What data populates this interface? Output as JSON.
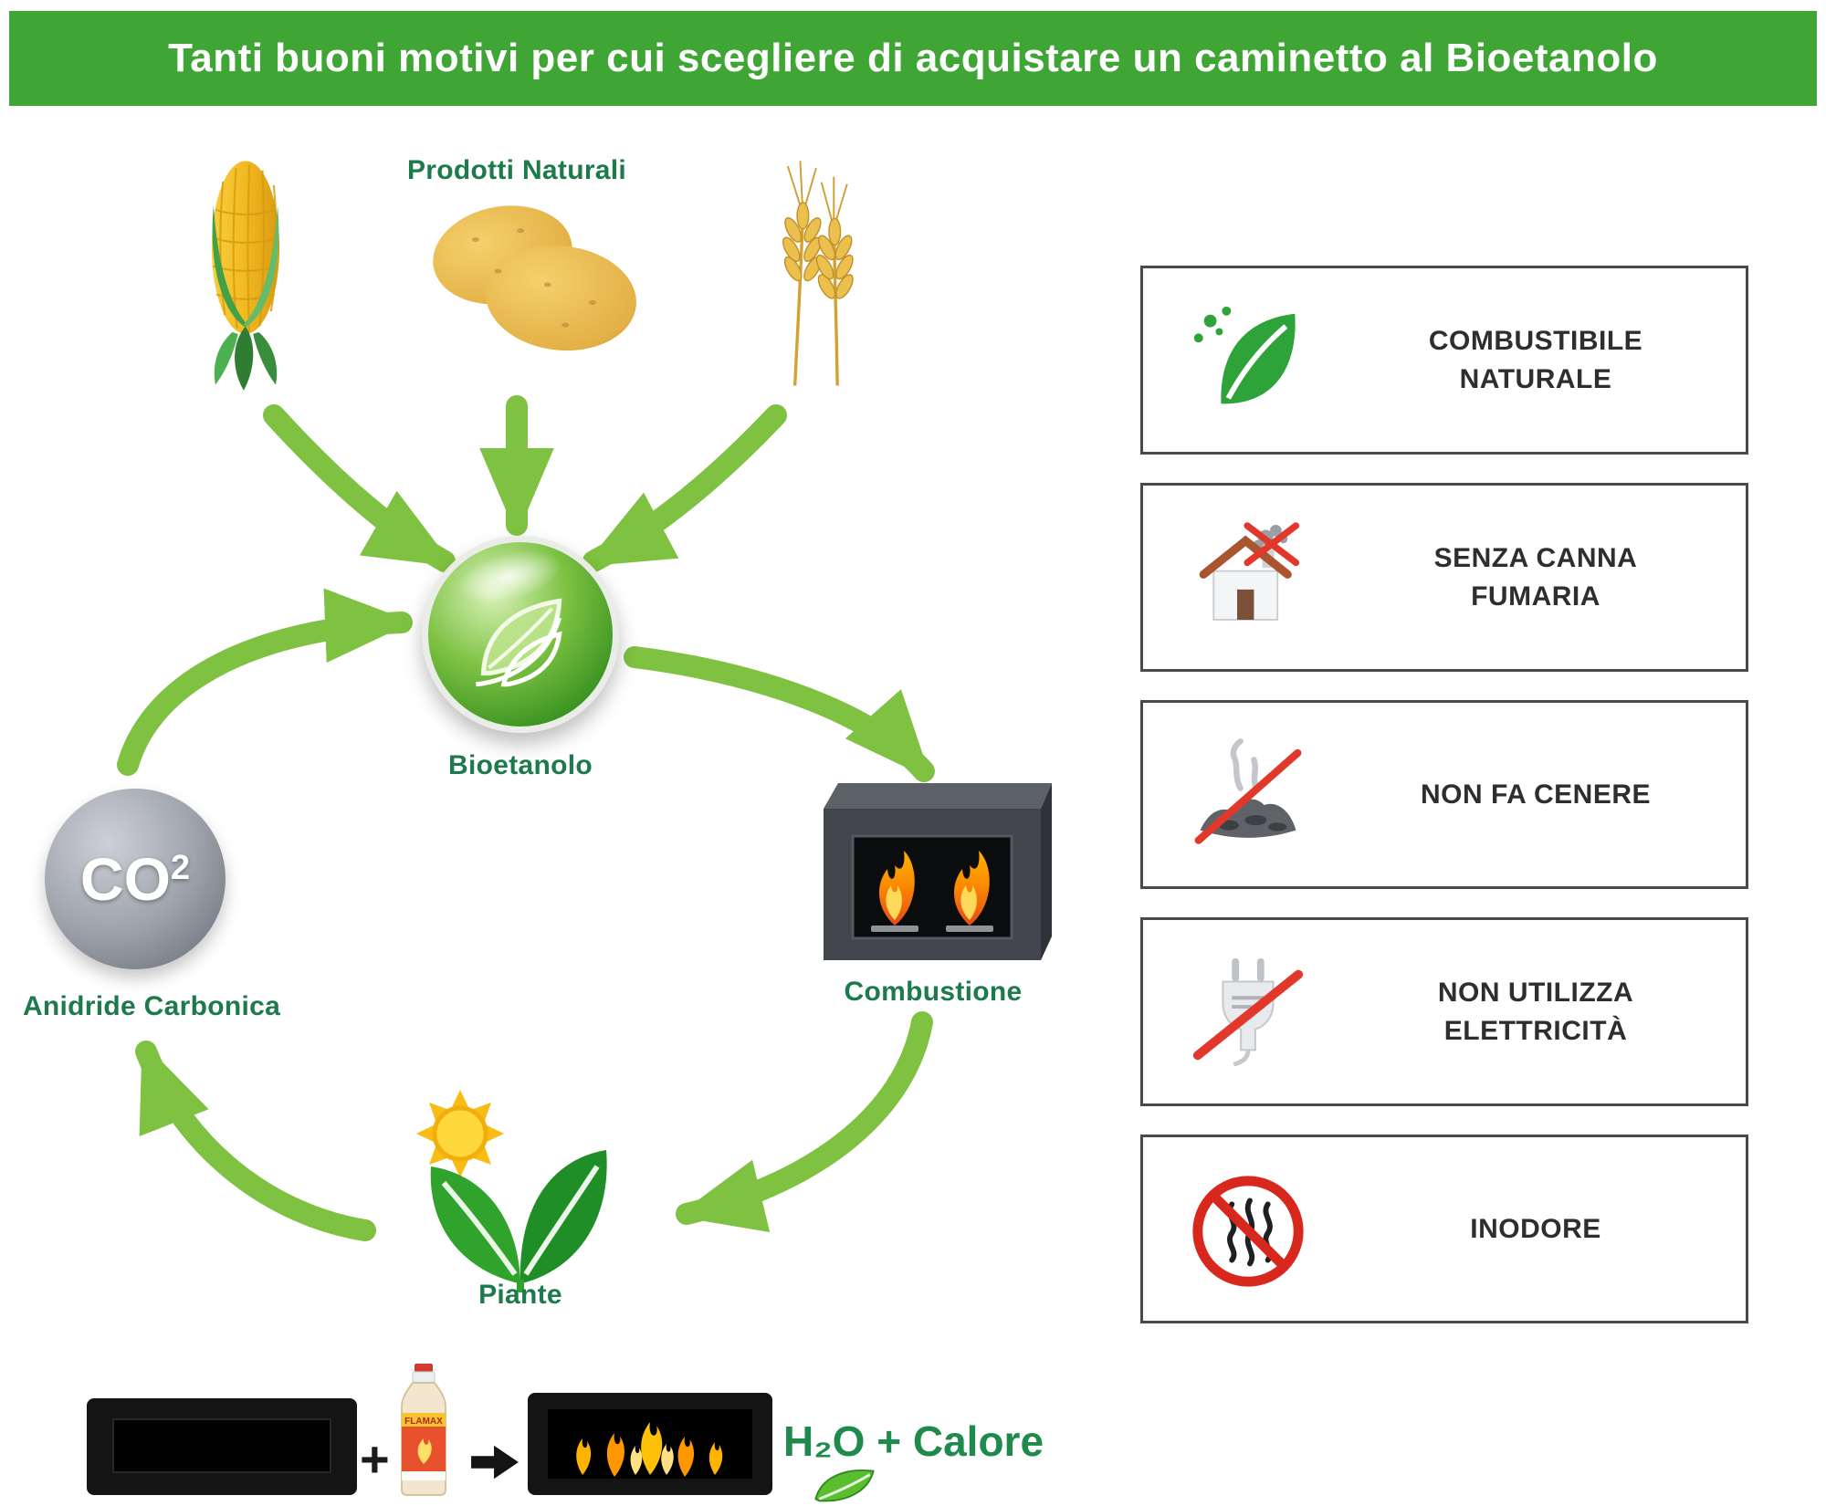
{
  "header": {
    "title": "Tanti buoni motivi per cui scegliere di acquistare un caminetto al Bioetanolo"
  },
  "cycle": {
    "products_label": "Prodotti Naturali",
    "bioethanol_label": "Bioetanolo",
    "combustion_label": "Combustione",
    "plants_label": "Piante",
    "co2_label": "Anidride Carbonica",
    "co2_symbol": "CO",
    "co2_exponent": "2"
  },
  "equation": {
    "plus_sign": "+",
    "bottle_brand": "FLAMAX",
    "result": "H₂O + Calore"
  },
  "benefits": [
    {
      "icon": "natural-fuel-leaf-icon",
      "label": "COMBUSTIBILE NATURALE"
    },
    {
      "icon": "no-flue-house-icon",
      "label": "SENZA CANNA FUMARIA"
    },
    {
      "icon": "no-ash-icon",
      "label": "NON FA CENERE"
    },
    {
      "icon": "no-electricity-plug-icon",
      "label": "NON UTILIZZA ELETTRICITÀ"
    },
    {
      "icon": "odorless-icon",
      "label": "INODORE"
    }
  ],
  "colors": {
    "header_green": "#3FA535",
    "label_green": "#1C7A4B",
    "arrow_green": "#7FC241",
    "result_green": "#1E8A4C",
    "box_border": "#4A4A4A",
    "box_text": "#2E2E2E",
    "prohibition_red": "#E2382B"
  }
}
